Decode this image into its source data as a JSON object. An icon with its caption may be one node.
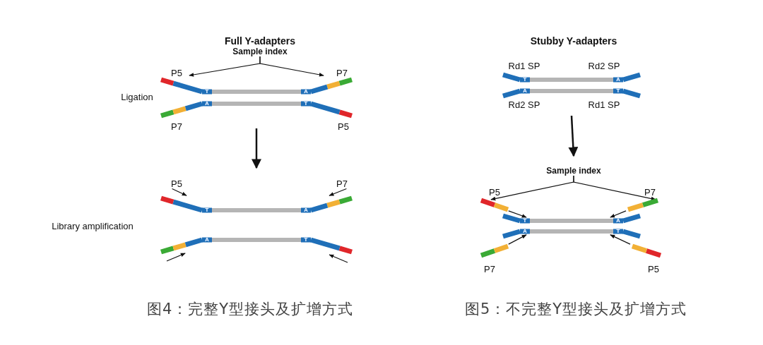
{
  "diagram": {
    "nodes": [
      {
        "text": [
          "Sample index"
        ]
      },
      {
        "text": [],
        "shape": "bar"
      },
      {
        "text": [],
        "shape": "bar"
      },
      {
        "text": [],
        "shape": "bar"
      },
      {
        "text": [
          "Sample index"
        ]
      },
      {
        "text": [],
        "shape": "bar"
      },
      {
        "text": [],
        "shape": "bar"
      },
      {
        "text": [],
        "shape": "bar"
      },
      {
        "text": [],
        "shape": "bar"
      },
      {
        "text": [],
        "shape": "bar"
      },
      {
        "text": [
          "P5"
        ]
      },
      {
        "text": [
          "P7"
        ]
      }
    ],
    "edges": [
      {
        "from": 0,
        "to": 1,
        "arrow": "to"
      },
      {
        "from": 0,
        "to": 1,
        "arrow": "to"
      },
      {
        "from": 1,
        "to": 2,
        "arrow": "to"
      },
      {
        "from": 10,
        "to": 2,
        "arrow": "to"
      },
      {
        "from": 11,
        "to": 2,
        "arrow": "to"
      },
      {
        "from": null,
        "to": 2,
        "arrow": "to"
      },
      {
        "from": null,
        "to": 2,
        "arrow": "to"
      },
      {
        "from": 3,
        "to": 4,
        "arrow": "to"
      },
      {
        "from": 4,
        "to": 6,
        "arrow": "to"
      },
      {
        "from": 4,
        "to": 7,
        "arrow": "to"
      },
      {
        "from": 6,
        "to": 5,
        "arrow": "to"
      },
      {
        "from": 7,
        "to": 5,
        "arrow": "to"
      },
      {
        "from": 8,
        "to": 5,
        "arrow": "to"
      },
      {
        "from": 9,
        "to": 5,
        "arrow": "to"
      }
    ],
    "labels": [
      "Full Y-adapters",
      "P5",
      "P7",
      "Ligation",
      "T",
      "A",
      "A",
      "T",
      "P7",
      "P5",
      "Library amplification",
      "T",
      "A",
      "A",
      "T",
      "Stubby Y-adapters",
      "Rd1 SP",
      "Rd2 SP",
      "T",
      "A",
      "A",
      "T",
      "Rd2 SP",
      "Rd1 SP",
      "P5",
      "P7",
      "T",
      "A",
      "A",
      "T",
      "P7",
      "P5",
      "图4：完整Y型接头及扩增方式",
      "图5：不完整Y型接头及扩增方式"
    ]
  }
}
